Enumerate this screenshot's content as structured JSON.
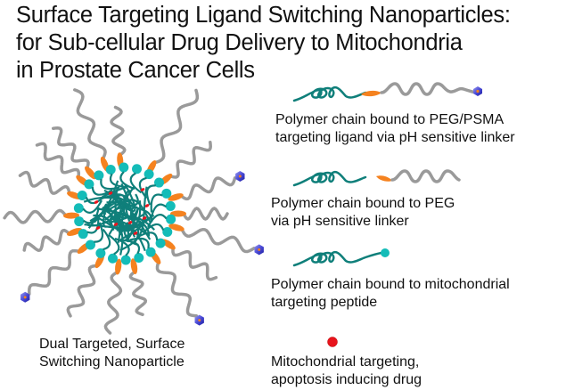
{
  "title": {
    "lines": [
      "Surface Targeting Ligand Switching Nanoparticles:",
      "for Sub-cellular Drug Delivery to Mitochondria",
      "in Prostate Cancer Cells"
    ]
  },
  "nanoparticle": {
    "caption_lines": [
      "Dual Targeted, Surface",
      "Switching Nanoparticle"
    ],
    "icon": "nanoparticle-icon"
  },
  "legend": [
    {
      "icon": "polymer-peg-psma-icon",
      "lines": [
        "Polymer chain bound to PEG/PSMA",
        "targeting ligand via pH sensitive linker"
      ]
    },
    {
      "icon": "polymer-peg-icon",
      "lines": [
        "Polymer chain bound to PEG",
        "via pH sensitive linker"
      ]
    },
    {
      "icon": "polymer-peptide-icon",
      "lines": [
        "Polymer chain bound to mitochondrial",
        "targeting peptide"
      ]
    },
    {
      "icon": "drug-icon",
      "lines": [
        "Mitochondrial targeting,",
        "apoptosis inducing drug"
      ]
    }
  ],
  "colors": {
    "polymer": "#0f7f7a",
    "peptide": "#14bcb8",
    "linker": "#f5821f",
    "peg": "#9a9a9a",
    "psma": "#4a4ad6",
    "drug": "#e8141c"
  }
}
